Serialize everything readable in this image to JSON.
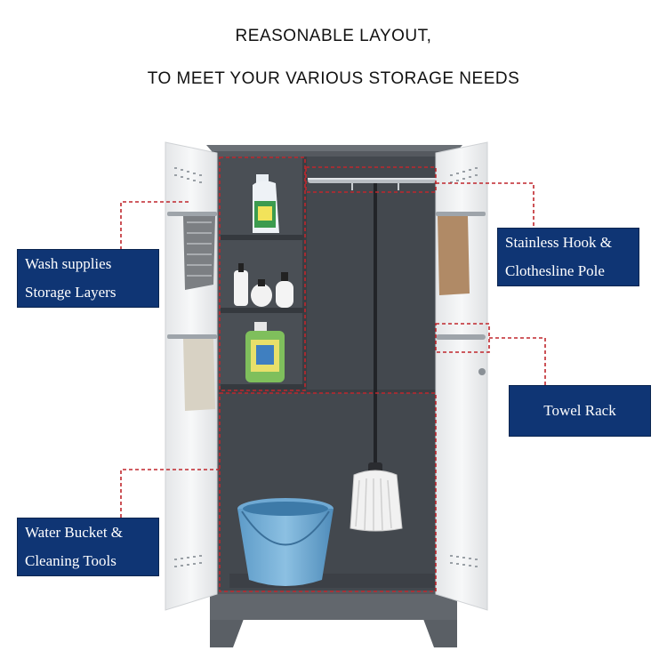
{
  "headline": {
    "line1": "REASONABLE LAYOUT,",
    "line2": "TO MEET YOUR VARIOUS STORAGE NEEDS"
  },
  "callouts": {
    "wash_supplies": {
      "line1": "Wash supplies",
      "line2": "Storage Layers"
    },
    "hook_pole": {
      "line1": "Stainless Hook &",
      "line2": "Clothesline  Pole"
    },
    "towel_rack": {
      "line1": "Towel Rack"
    },
    "bucket_tools": {
      "line1": "Water Bucket &",
      "line2": "Cleaning Tools"
    }
  },
  "colors": {
    "cabinet_body": "#5f646a",
    "cabinet_interior": "#42474d",
    "door_white": "#f4f5f6",
    "callout_bg": "#0f3574",
    "dashed_line": "#c0272d"
  }
}
